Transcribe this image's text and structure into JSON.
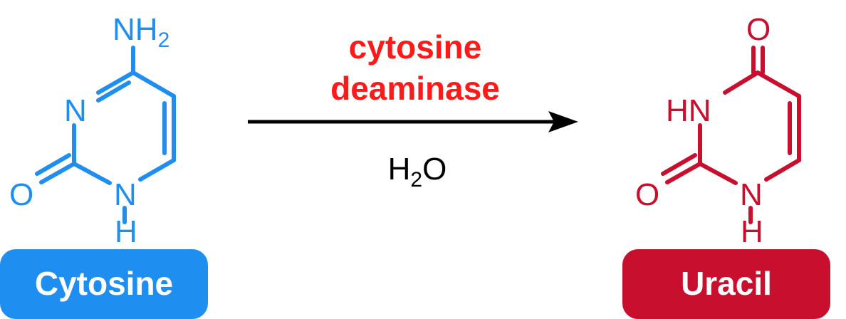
{
  "colors": {
    "cytosine": "#1f8ef1",
    "uracil": "#c8102e",
    "enzyme": "#ff1a1a",
    "arrow": "#000000"
  },
  "cytosine": {
    "name": "Cytosine",
    "atoms": {
      "amine_N": "NH",
      "amine_sub": "2",
      "ring_N3": "N",
      "ring_N1": "N",
      "ring_H1": "H",
      "oxygen": "O"
    }
  },
  "uracil": {
    "name": "Uracil",
    "atoms": {
      "ring_N3": "HN",
      "ring_N1": "N",
      "ring_H1": "H",
      "oxygen_top": "O",
      "oxygen_left": "O"
    }
  },
  "reaction": {
    "enzyme_line1": "cytosine",
    "enzyme_line2": "deaminase",
    "condition_H": "H",
    "condition_sub": "2",
    "condition_O": "O"
  }
}
